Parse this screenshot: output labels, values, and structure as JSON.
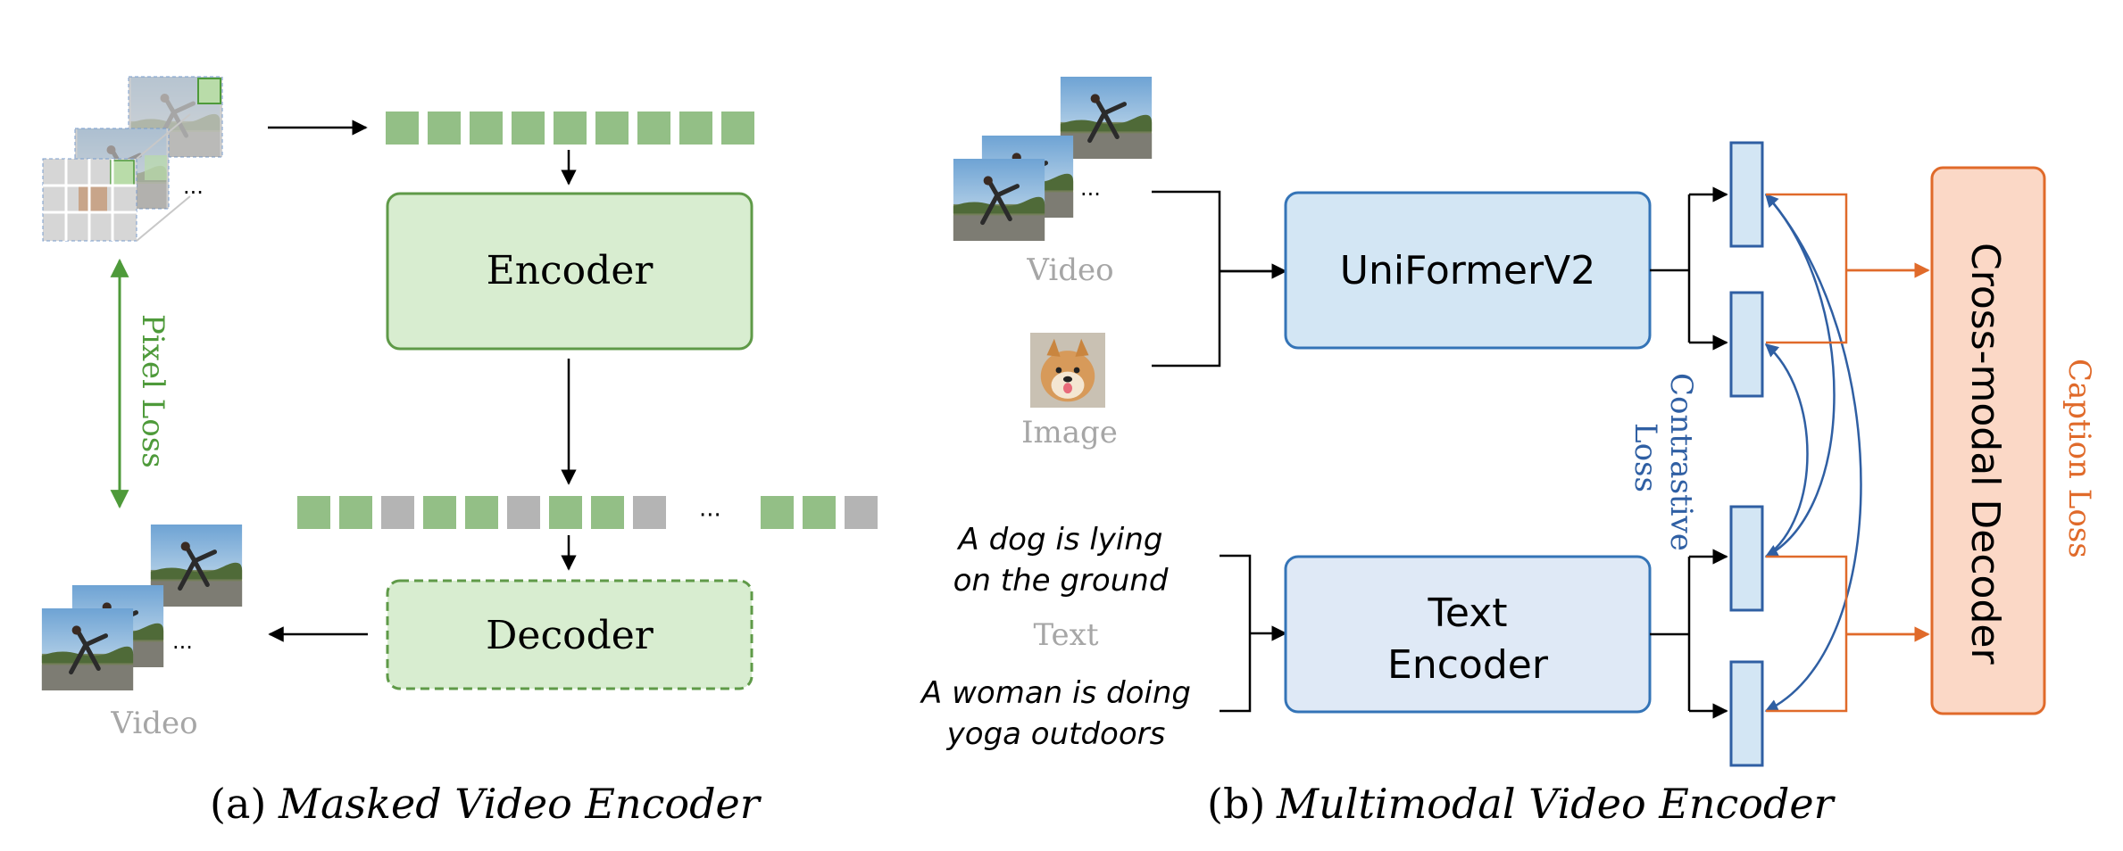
{
  "panel_a": {
    "encoder_label": "Encoder",
    "decoder_label": "Decoder",
    "pixel_loss_label": "Pixel Loss",
    "video_label": "Video",
    "ellipsis": "···",
    "caption_prefix": "(a)",
    "caption_text": "Masked Video Encoder",
    "visible_token_count": 9,
    "token_mask_pattern": [
      1,
      1,
      0,
      1,
      1,
      0,
      1,
      1,
      0,
      1,
      1,
      0
    ]
  },
  "panel_b": {
    "video_label": "Video",
    "image_label": "Image",
    "text_label": "Text",
    "backbone_label": "UniFormerV2",
    "text_encoder_line1": "Text",
    "text_encoder_line2": "Encoder",
    "text_example_1_line1": "A dog is lying",
    "text_example_1_line2": "on the ground",
    "text_example_2_line1": "A woman is doing",
    "text_example_2_line2": "yoga outdoors",
    "contrastive_line1": "Contrastive",
    "contrastive_line2": "Loss",
    "decoder_label": "Cross-modal Decoder",
    "caption_loss_label": "Caption Loss",
    "caption_prefix": "(b)",
    "caption_text": "Multimodal Video Encoder"
  },
  "colors": {
    "green_token": "#93bf86",
    "gray_token": "#b4b4b4",
    "green_box_fill": "#d8edd0",
    "green_box_stroke": "#5f9a48",
    "blue_box_fill": "#d3e6f4",
    "blue_box_stroke": "#3474b7",
    "text_box_fill": "#dfe9f6",
    "orange_fill": "#fbd8c6",
    "orange_stroke": "#e06a2a",
    "loss_green": "#4e9a3a",
    "loss_blue": "#2f5fa3",
    "gray_text": "#a6a6a6"
  },
  "icons": [
    "video-frames-icon",
    "dog-image-icon"
  ]
}
